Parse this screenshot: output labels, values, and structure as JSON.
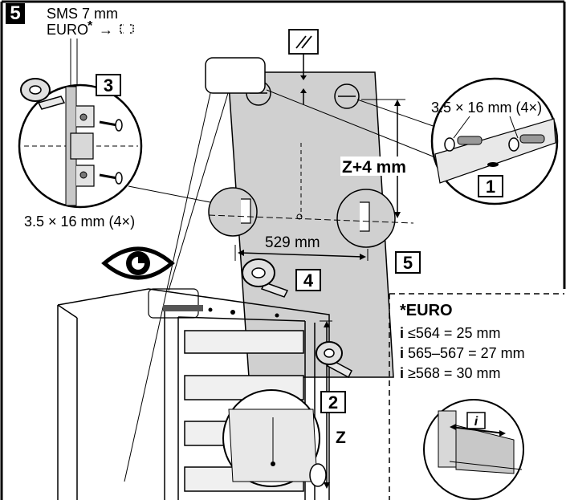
{
  "step_number": "5",
  "sms_label": "SMS 7 mm",
  "euro_label": "EURO",
  "euro_arrow": "→",
  "screw_spec_left": "3.5 × 16 mm (4×)",
  "screw_spec_right": "3.5 × 16 mm (4×)",
  "dim_z_plus": "Z+4 mm",
  "dim_529": "529 mm",
  "dim_z": "Z",
  "parallel_symbol": "//",
  "callouts": {
    "c1": "1",
    "c2": "2",
    "c3": "3",
    "c4": "4",
    "c5": "5"
  },
  "euro_box": {
    "title": "*EURO",
    "rows": [
      {
        "var": "i",
        "text": " ≤564 = 25 mm"
      },
      {
        "var": "i",
        "text": " 565–567 = 27 mm"
      },
      {
        "var": "i",
        "text": " ≥568 = 30 mm"
      }
    ],
    "inset_var": "i"
  },
  "colors": {
    "door_panel": "#d0d0d0",
    "hinge_strip": "#8c8c8c",
    "frame": "#000000"
  },
  "icons": [
    "eye-icon",
    "hinge-tool-icon",
    "screw-icon",
    "parallel-icon"
  ]
}
